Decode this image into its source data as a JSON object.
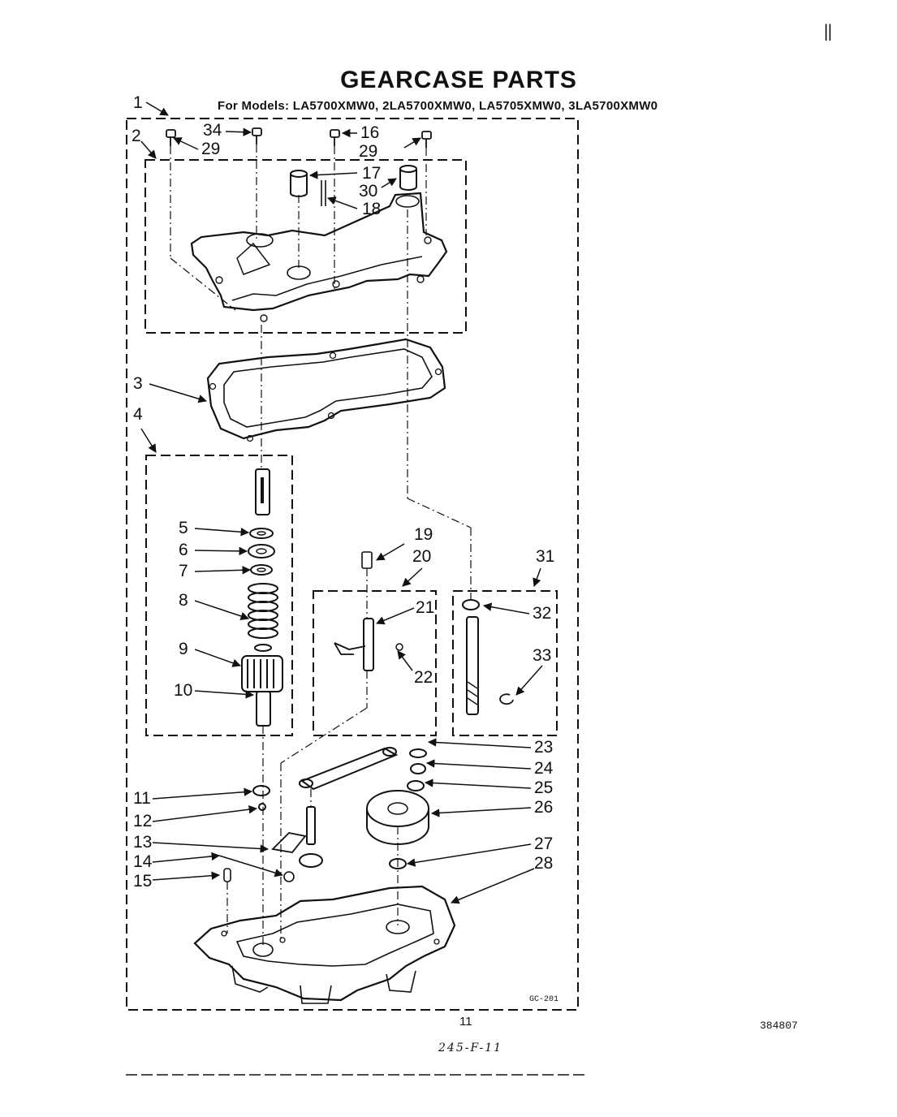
{
  "header": {
    "title": "GEARCASE PARTS",
    "models": "For Models: LA5700XMW0, 2LA5700XMW0, LA5705XMW0, 3LA5700XMW0",
    "corner_mark": "‖"
  },
  "callouts": {
    "c1": "1",
    "c2": "2",
    "c3": "3",
    "c4": "4",
    "c5": "5",
    "c6": "6",
    "c7": "7",
    "c8": "8",
    "c9": "9",
    "c10": "10",
    "c11": "11",
    "c12": "12",
    "c13": "13",
    "c14": "14",
    "c15": "15",
    "c16": "16",
    "c17": "17",
    "c18": "18",
    "c19": "19",
    "c20": "20",
    "c21": "21",
    "c22": "22",
    "c23": "23",
    "c24": "24",
    "c25": "25",
    "c26": "26",
    "c27": "27",
    "c28": "28",
    "c29a": "29",
    "c29b": "29",
    "c30": "30",
    "c31": "31",
    "c32": "32",
    "c33": "33",
    "c34": "34"
  },
  "footer": {
    "diagram_code": "GC-201",
    "page_number": "11",
    "doc_number": "384807",
    "handwritten_note": "245-F-11"
  }
}
